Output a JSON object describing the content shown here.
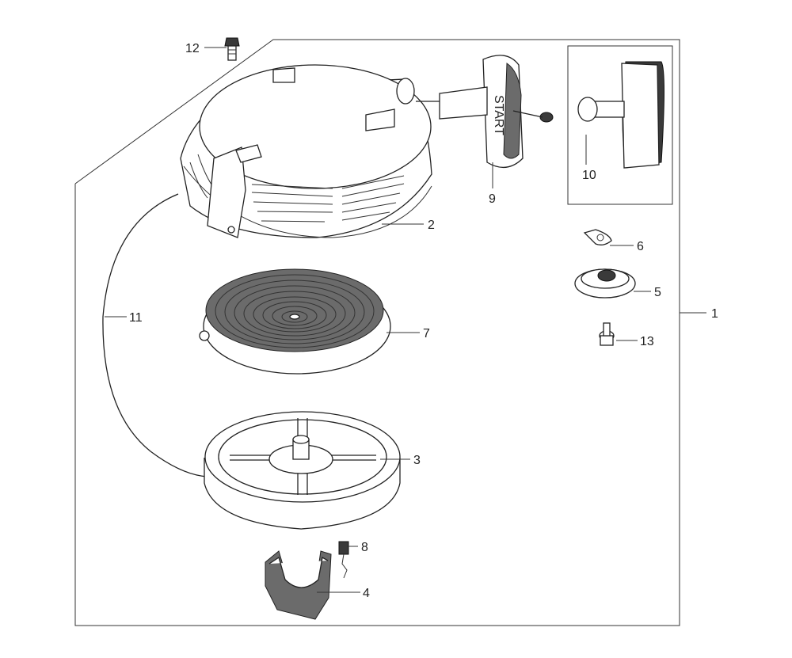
{
  "parts": [
    {
      "id": "1",
      "label": "1"
    },
    {
      "id": "2",
      "label": "2"
    },
    {
      "id": "3",
      "label": "3"
    },
    {
      "id": "4",
      "label": "4"
    },
    {
      "id": "5",
      "label": "5"
    },
    {
      "id": "6",
      "label": "6"
    },
    {
      "id": "7",
      "label": "7"
    },
    {
      "id": "8",
      "label": "8"
    },
    {
      "id": "9",
      "label": "9"
    },
    {
      "id": "10",
      "label": "10"
    },
    {
      "id": "11",
      "label": "11"
    },
    {
      "id": "12",
      "label": "12"
    },
    {
      "id": "13",
      "label": "13"
    }
  ],
  "handle_text": "START"
}
